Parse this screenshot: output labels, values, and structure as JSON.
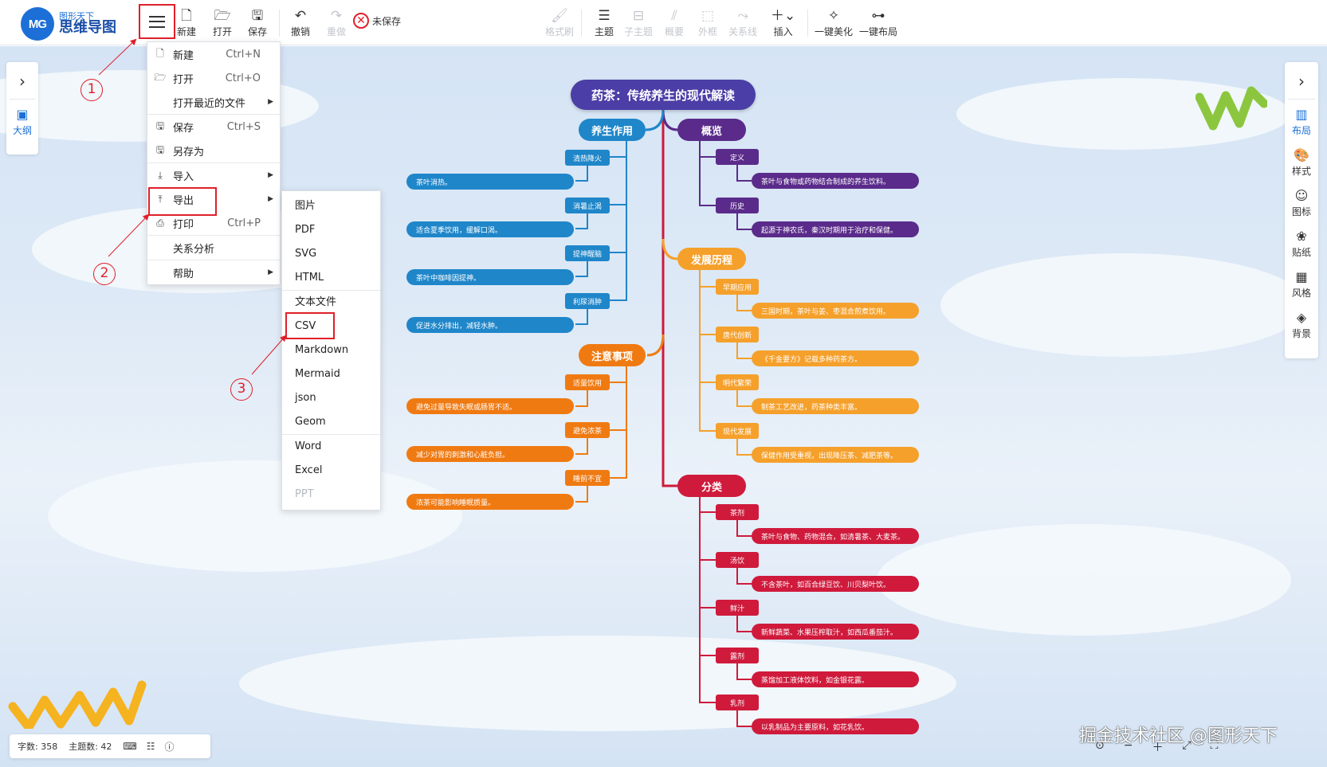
{
  "app": {
    "logo_text": "MG",
    "logo_sub": "图形天下",
    "logo_main": "思维导图"
  },
  "toolbar": {
    "new": "新建",
    "open": "打开",
    "save": "保存",
    "undo": "撤销",
    "redo": "重做",
    "unsaved": "未保存",
    "format_brush": "格式刷",
    "topic": "主题",
    "subtopic": "子主题",
    "summary": "概要",
    "boundary": "外框",
    "relation": "关系线",
    "insert": "插入",
    "beautify": "一键美化",
    "layout": "一键布局"
  },
  "left_panel": {
    "outline": "大纲"
  },
  "right_panel": {
    "layout": "布局",
    "style": "样式",
    "icon": "图标",
    "sticker": "贴纸",
    "theme_style": "风格",
    "background": "背景"
  },
  "main_menu": {
    "new": "新建",
    "new_sc": "Ctrl+N",
    "open": "打开",
    "open_sc": "Ctrl+O",
    "recent": "打开最近的文件",
    "save": "保存",
    "save_sc": "Ctrl+S",
    "save_as": "另存为",
    "import": "导入",
    "export": "导出",
    "print": "打印",
    "print_sc": "Ctrl+P",
    "relation_analysis": "关系分析",
    "help": "帮助"
  },
  "export_menu": [
    "图片",
    "PDF",
    "SVG",
    "HTML",
    "文本文件",
    "CSV",
    "Markdown",
    "Mermaid",
    "json",
    "Geom",
    "Word",
    "Excel",
    "PPT"
  ],
  "callouts": [
    "1",
    "2",
    "3"
  ],
  "mindmap": {
    "root": "药茶：传统养生的现代解读",
    "health": {
      "title": "养生作用",
      "items": [
        {
          "label": "清热降火",
          "detail": "茶叶消热。"
        },
        {
          "label": "消暑止渴",
          "detail": "适合夏季饮用，缓解口渴。"
        },
        {
          "label": "提神醒脑",
          "detail": "茶叶中咖啡因提神。"
        },
        {
          "label": "利尿消肿",
          "detail": "促进水分排出，减轻水肿。"
        }
      ]
    },
    "caution": {
      "title": "注意事项",
      "items": [
        {
          "label": "适量饮用",
          "detail": "避免过量导致失眠或肠胃不适。"
        },
        {
          "label": "避免浓茶",
          "detail": "减少对胃的刺激和心脏负担。"
        },
        {
          "label": "睡前不宜",
          "detail": "浓茶可能影响睡眠质量。"
        }
      ]
    },
    "overview": {
      "title": "概览",
      "items": [
        {
          "label": "定义",
          "detail": "茶叶与食物或药物结合制成的养生饮料。"
        },
        {
          "label": "历史",
          "detail": "起源于神农氏，秦汉时期用于治疗和保健。"
        }
      ]
    },
    "development": {
      "title": "发展历程",
      "items": [
        {
          "label": "早期应用",
          "detail": "三国时期，茶叶与姜、枣混合煎煮饮用。"
        },
        {
          "label": "唐代创新",
          "detail": "《千金要方》记载多种药茶方。"
        },
        {
          "label": "明代繁荣",
          "detail": "制茶工艺改进，药茶种类丰富。"
        },
        {
          "label": "现代发展",
          "detail": "保健作用受重视，出现降压茶、减肥茶等。"
        }
      ]
    },
    "category": {
      "title": "分类",
      "items": [
        {
          "label": "茶剂",
          "detail": "茶叶与食物、药物混合，如清暑茶、大麦茶。"
        },
        {
          "label": "汤饮",
          "detail": "不含茶叶，如百合绿豆饮、川贝梨叶饮。"
        },
        {
          "label": "鲜汁",
          "detail": "新鲜蔬菜、水果压榨取汁，如西瓜番茄汁。"
        },
        {
          "label": "露剂",
          "detail": "蒸馏加工液体饮料，如金银花露。"
        },
        {
          "label": "乳剂",
          "detail": "以乳制品为主要原料，如花乳饮。"
        }
      ]
    }
  },
  "status": {
    "word_count": "字数: 358",
    "topic_count": "主题数: 42"
  },
  "watermark": "掘金技术社区 @图形天下",
  "colors": {
    "root": "#4b3ea6",
    "health": "#1f86c9",
    "caution": "#f07a12",
    "overview": "#5a2b8a",
    "development": "#f5a02b",
    "category": "#cf1a3c",
    "highlight": "#e0202a"
  }
}
